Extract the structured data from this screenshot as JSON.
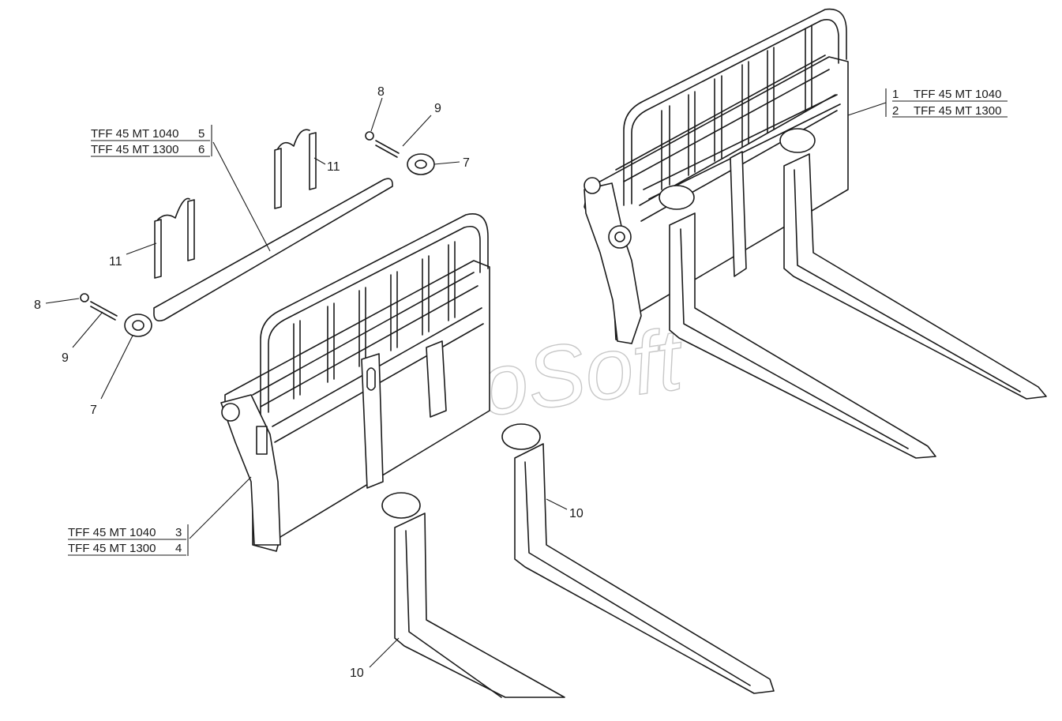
{
  "watermark": "AutoSoft",
  "parts_tables": [
    {
      "rows": [
        {
          "code": "TFF 45 MT 1040",
          "num": "1"
        },
        {
          "code": "TFF 45 MT 1300",
          "num": "2"
        }
      ]
    },
    {
      "rows": [
        {
          "code": "TFF 45 MT 1040",
          "num": "5"
        },
        {
          "code": "TFF 45 MT 1300",
          "num": "6"
        }
      ]
    },
    {
      "rows": [
        {
          "code": "TFF 45 MT 1040",
          "num": "3"
        },
        {
          "code": "TFF 45 MT 1300",
          "num": "4"
        }
      ]
    }
  ],
  "callouts": {
    "nut_upper": "8",
    "bolt_upper": "9",
    "washer_upper": "7",
    "pin_upper": "11",
    "pin_lower": "11",
    "nut_lower": "8",
    "bolt_lower": "9",
    "washer_lower": "7",
    "fork_right": "10",
    "fork_left": "10"
  }
}
